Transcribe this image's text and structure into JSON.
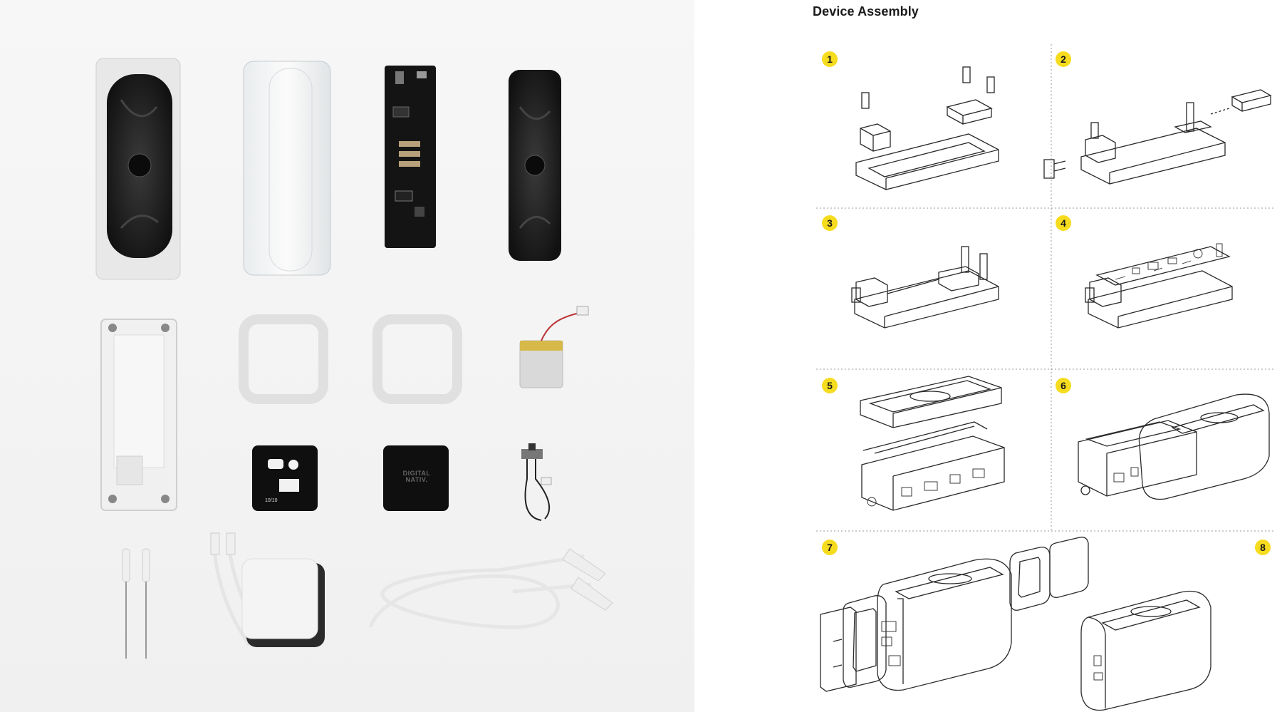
{
  "title": "Device Assembly",
  "steps": [
    {
      "label": "1"
    },
    {
      "label": "2"
    },
    {
      "label": "3"
    },
    {
      "label": "4"
    },
    {
      "label": "5"
    },
    {
      "label": "6"
    },
    {
      "label": "7"
    },
    {
      "label": "8"
    }
  ],
  "panel_text": {
    "cover_brand": "DIGITAL\nNATIV.",
    "serial": "10/10"
  },
  "colors": {
    "badge": "#f6dc1e",
    "line": "#2a2a2a",
    "divider": "#9a9a9a",
    "background_photo": "#f3f3f3"
  }
}
